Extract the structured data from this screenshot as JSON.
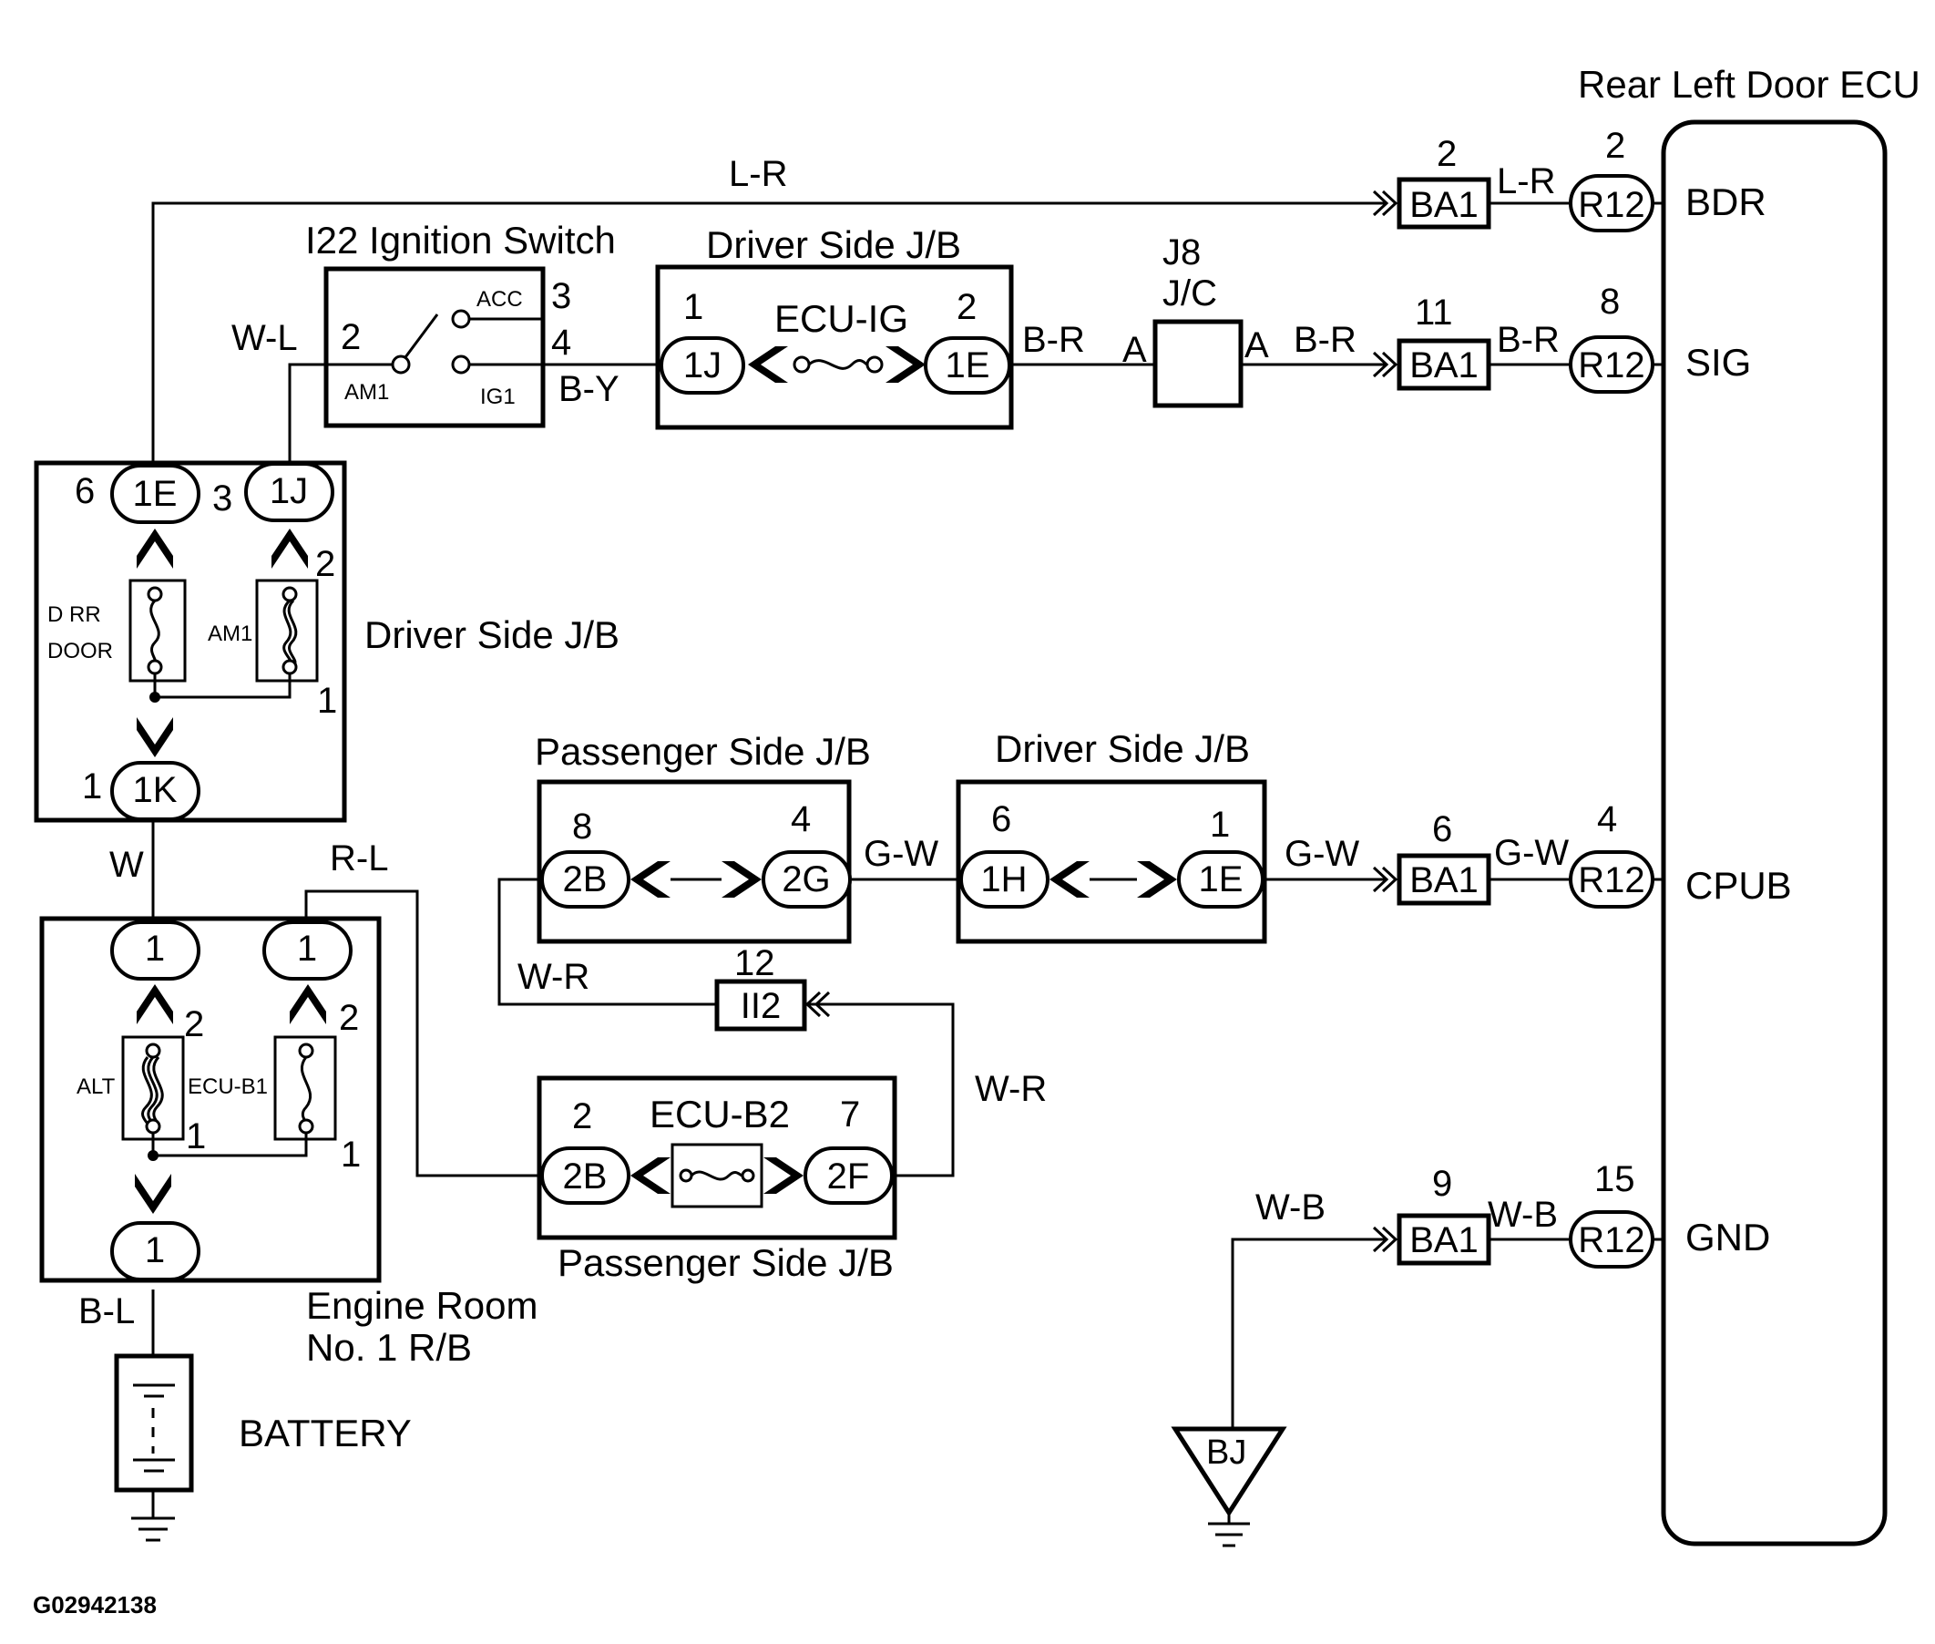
{
  "ecu": {
    "title": "Rear Left Door ECU",
    "terminals": [
      "BDR",
      "SIG",
      "CPUB",
      "GND"
    ]
  },
  "ignition_switch": {
    "title": "I22 Ignition Switch",
    "pin_am1": "2",
    "pin_acc": "3",
    "pin_ig1": "4",
    "label_acc": "ACC",
    "label_am1": "AM1",
    "label_ig1": "IG1"
  },
  "jb_top": {
    "title": "Driver Side J/B",
    "fuse": "ECU-IG",
    "pin_left": "1",
    "pin_right": "2",
    "conn_left": "1J",
    "conn_right": "1E"
  },
  "jc": {
    "line1": "J8",
    "line2": "J/C",
    "left": "A",
    "right": "A"
  },
  "jb_left": {
    "title": "Driver Side J/B",
    "pin_1e": "6",
    "conn_1e": "1E",
    "pin_1j": "3",
    "conn_1j": "1J",
    "pin_am1": "2",
    "fuse_drr_1": "D RR",
    "fuse_drr_2": "DOOR",
    "fuse_am1": "AM1",
    "pin_junction": "1",
    "pin_1k": "1",
    "conn_1k": "1K"
  },
  "engine_rb": {
    "title_1": "Engine Room",
    "title_2": "No. 1 R/B",
    "conn_alt_top": "1",
    "conn_ecub1_top": "1",
    "pin_alt_2": "2",
    "pin_ecub1_2": "2",
    "fuse_alt": "ALT",
    "fuse_ecub1": "ECU-B1",
    "pin_alt_1": "1",
    "pin_ecub1_1": "1",
    "conn_bottom": "1"
  },
  "battery": {
    "label": "BATTERY"
  },
  "pass_jb_upper": {
    "title": "Passenger Side J/B",
    "pin_left": "8",
    "pin_right": "4",
    "conn_left": "2B",
    "conn_right": "2G"
  },
  "drv_jb_mid": {
    "title": "Driver Side J/B",
    "pin_left": "6",
    "pin_right": "1",
    "conn_left": "1H",
    "conn_right": "1E"
  },
  "ii2": {
    "pin": "12",
    "label": "II2"
  },
  "pass_jb_lower": {
    "title": "Passenger Side J/B",
    "fuse": "ECU-B2",
    "pin_left": "2",
    "pin_right": "7",
    "conn_left": "2B",
    "conn_right": "2F"
  },
  "ba1": {
    "label": "BA1",
    "pins": [
      "2",
      "11",
      "6",
      "9"
    ]
  },
  "r12": {
    "label": "R12",
    "pins": [
      "2",
      "8",
      "4",
      "15"
    ]
  },
  "wires": {
    "lr_top": "L-R",
    "lr_short": "L-R",
    "wl": "W-L",
    "by": "B-Y",
    "br_1": "B-R",
    "br_2": "B-R",
    "br_3": "B-R",
    "w": "W",
    "rl": "R-L",
    "bl": "B-L",
    "gw_1": "G-W",
    "gw_2": "G-W",
    "gw_3": "G-W",
    "wr_1": "W-R",
    "wr_2": "W-R",
    "wb_1": "W-B",
    "wb_2": "W-B"
  },
  "ground": {
    "label": "BJ"
  },
  "figure_code": "G02942138"
}
